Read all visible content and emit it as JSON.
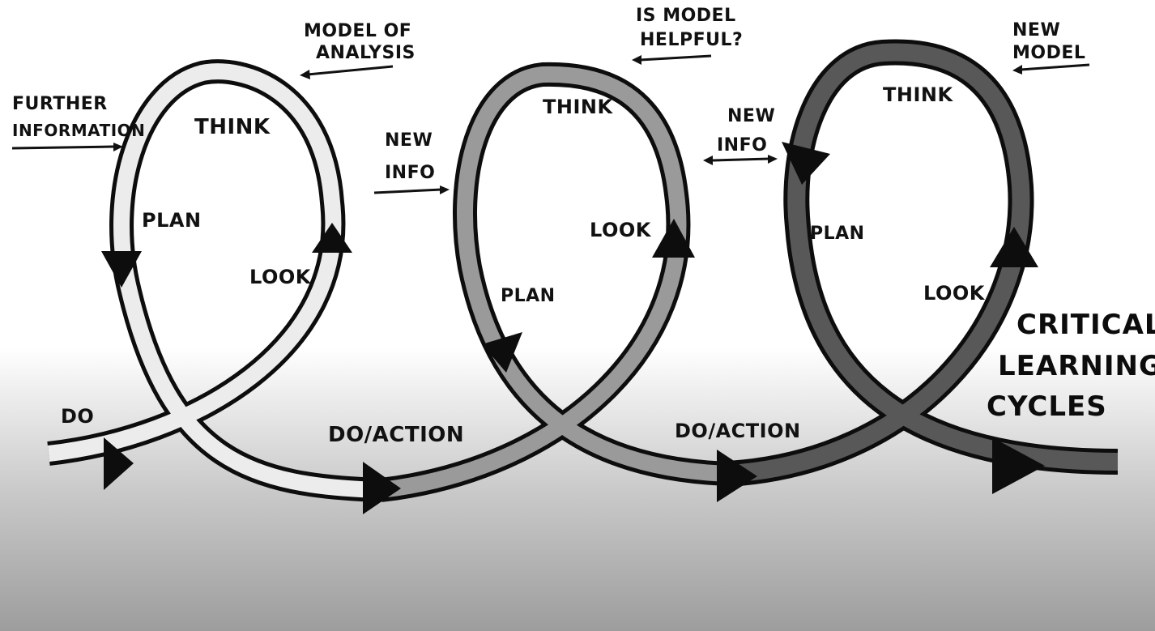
{
  "colors": {
    "loop1": "#ececec",
    "loop2": "#9a9a9a",
    "loop3": "#585858",
    "outline": "#0d0d0d",
    "arrow": "#0d0d0d"
  },
  "title": {
    "line1": "CRITICAL",
    "line2": "LEARNING",
    "line3": "CYCLES"
  },
  "loop1": {
    "think": "THINK",
    "plan": "PLAN",
    "look": "LOOK",
    "do": "DO",
    "further_line1": "FURTHER",
    "further_line2": "INFORMATION",
    "model_line1": "MODEL OF",
    "model_line2": "ANALYSIS"
  },
  "loop2": {
    "think": "THINK",
    "plan": "PLAN",
    "look": "LOOK",
    "do": "DO/ACTION",
    "newinfo_line1": "NEW",
    "newinfo_line2": "INFO",
    "question_line1": "IS MODEL",
    "question_line2": "HELPFUL?"
  },
  "loop3": {
    "think": "THINK",
    "plan": "PLAN",
    "look": "LOOK",
    "do": "DO/ACTION",
    "newinfo_line1": "NEW",
    "newinfo_line2": "INFO",
    "newmodel_line1": "NEW",
    "newmodel_line2": "MODEL"
  }
}
